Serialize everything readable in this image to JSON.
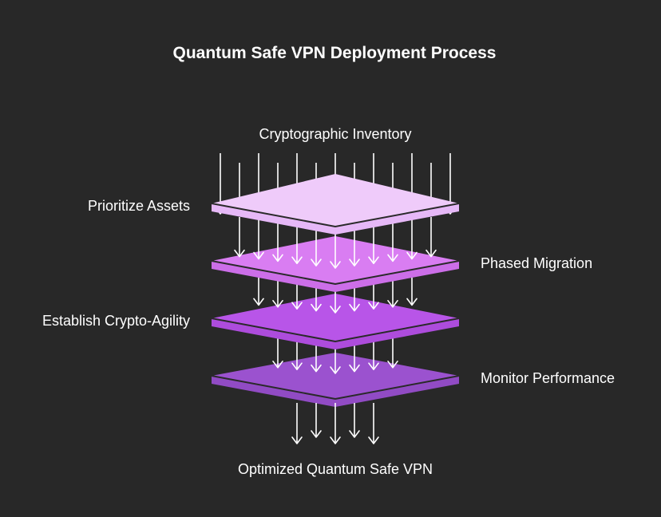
{
  "title": "Quantum Safe VPN Deployment Process",
  "input_label": "Cryptographic Inventory",
  "output_label": "Optimized Quantum Safe VPN",
  "layers": [
    {
      "label": "Prioritize Assets",
      "side": "left",
      "top_color": "#efcbfa",
      "side_color": "#e6b8f7"
    },
    {
      "label": "Phased Migration",
      "side": "right",
      "top_color": "#d97df2",
      "side_color": "#cc6ee8"
    },
    {
      "label": "Establish Crypto-Agility",
      "side": "left",
      "top_color": "#b855e8",
      "side_color": "#ad4cdc"
    },
    {
      "label": "Monitor Performance",
      "side": "right",
      "top_color": "#9b52cf",
      "side_color": "#914bc4"
    }
  ]
}
